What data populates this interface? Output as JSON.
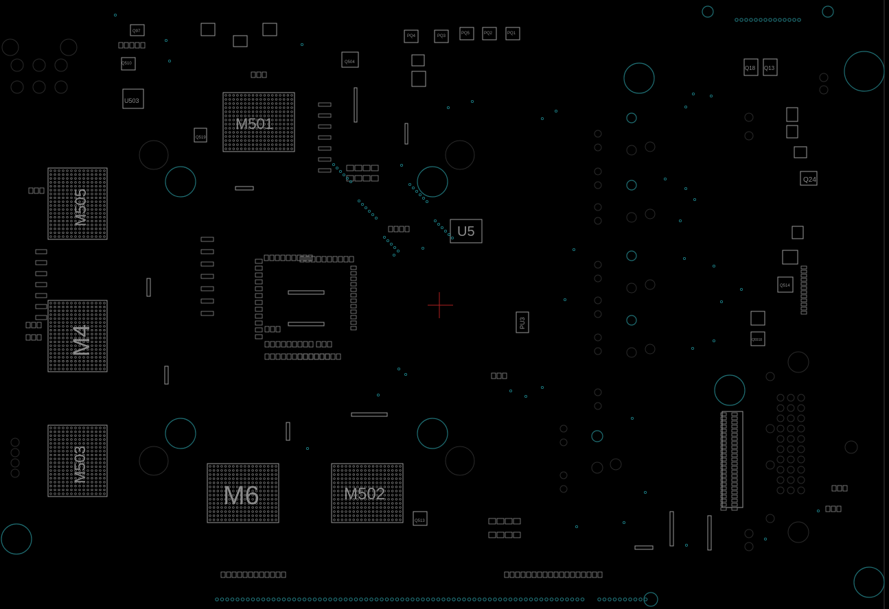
{
  "board": {
    "background": "#000000",
    "silk_color": "#9a9a9a",
    "hole_color": "#1f6f74",
    "via_color": "#1c7f86"
  },
  "components": [
    {
      "id": "m501",
      "label": "M501"
    },
    {
      "id": "m505",
      "label": "M505"
    },
    {
      "id": "m4",
      "label": "M4"
    },
    {
      "id": "m503",
      "label": "M503"
    },
    {
      "id": "m6",
      "label": "M6"
    },
    {
      "id": "m502",
      "label": "M502"
    },
    {
      "id": "u5",
      "label": "U5"
    },
    {
      "id": "u503",
      "label": "U503"
    },
    {
      "id": "q24",
      "label": "Q24"
    },
    {
      "id": "q18",
      "label": "Q18"
    },
    {
      "id": "q13",
      "label": "Q13"
    },
    {
      "id": "pu3",
      "label": "PU3"
    },
    {
      "id": "q504",
      "label": "Q504"
    },
    {
      "id": "q97",
      "label": "Q97"
    },
    {
      "id": "q510",
      "label": "Q510"
    },
    {
      "id": "q519",
      "label": "Q519"
    },
    {
      "id": "q514",
      "label": "Q514"
    },
    {
      "id": "q5518",
      "label": "Q5518"
    },
    {
      "id": "q513",
      "label": "Q513"
    },
    {
      "id": "pq4",
      "label": "PQ4"
    },
    {
      "id": "pq3",
      "label": "PQ3"
    },
    {
      "id": "pq5",
      "label": "PQ5"
    },
    {
      "id": "pq2",
      "label": "PQ2"
    },
    {
      "id": "pq1",
      "label": "PQ1"
    }
  ]
}
